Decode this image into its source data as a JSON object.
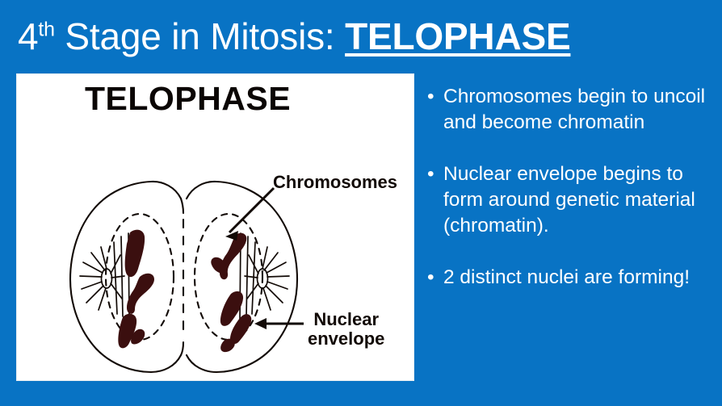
{
  "theme": {
    "background_color": "#0873c4",
    "card_background": "#ffffff",
    "title_color": "#ffffff",
    "figure_ink_color": "#120a06",
    "chromosome_color": "#3b0f0f"
  },
  "title": {
    "number": "4",
    "ordinal_suffix": "th",
    "middle": " Stage in Mitosis: ",
    "emphasis": "TELOPHASE"
  },
  "figure": {
    "heading": "TELOPHASE",
    "labels": {
      "chromosomes": "Chromosomes",
      "nuclear_envelope_line1": "Nuclear",
      "nuclear_envelope_line2": "envelope"
    }
  },
  "bullets": [
    {
      "marker": "•",
      "text": "Chromosomes begin to uncoil and become chromatin"
    },
    {
      "marker": "•",
      "text": "Nuclear envelope begins to form around genetic material (chromatin)."
    },
    {
      "marker": "•",
      "text": "2 distinct nuclei are forming!"
    }
  ]
}
